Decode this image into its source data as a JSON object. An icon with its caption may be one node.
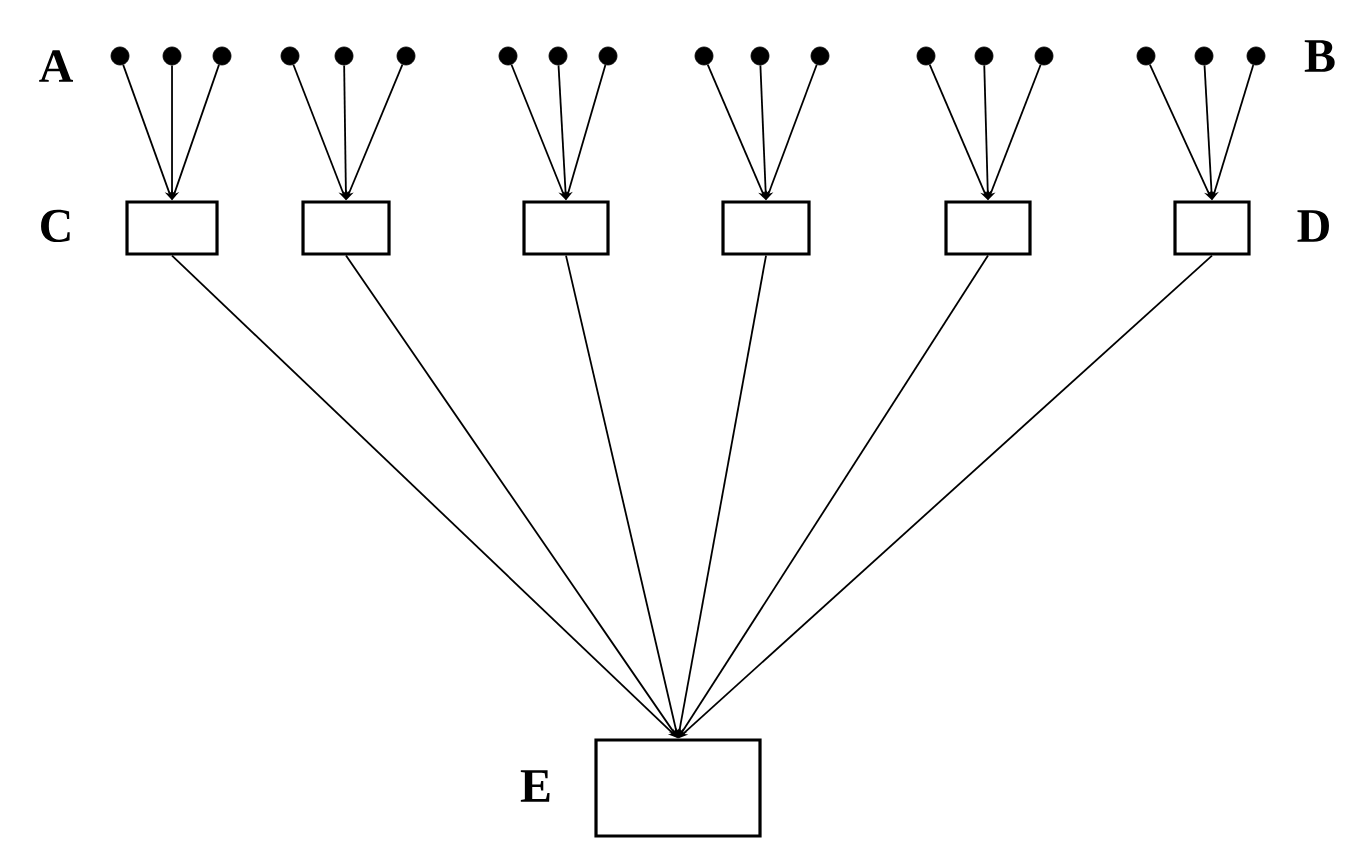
{
  "diagram": {
    "nodes": [
      {
        "text": [],
        "shape": "circle",
        "beside": [
          "A"
        ]
      },
      {
        "text": [],
        "shape": "circle"
      },
      {
        "text": [],
        "shape": "circle"
      },
      {
        "text": [],
        "shape": "circle"
      },
      {
        "text": [],
        "shape": "circle"
      },
      {
        "text": [],
        "shape": "circle"
      },
      {
        "text": [],
        "shape": "circle"
      },
      {
        "text": [],
        "shape": "circle"
      },
      {
        "text": [],
        "shape": "circle"
      },
      {
        "text": [],
        "shape": "circle"
      },
      {
        "text": [],
        "shape": "circle"
      },
      {
        "text": [],
        "shape": "circle"
      },
      {
        "text": [],
        "shape": "circle"
      },
      {
        "text": [],
        "shape": "circle"
      },
      {
        "text": [],
        "shape": "circle"
      },
      {
        "text": [],
        "shape": "circle"
      },
      {
        "text": [],
        "shape": "circle"
      },
      {
        "text": [],
        "shape": "circle",
        "beside": [
          "B"
        ]
      },
      {
        "text": [],
        "shape": "box",
        "beside": [
          "C"
        ]
      },
      {
        "text": [],
        "shape": "box"
      },
      {
        "text": [],
        "shape": "box"
      },
      {
        "text": [],
        "shape": "box"
      },
      {
        "text": [],
        "shape": "box"
      },
      {
        "text": [],
        "shape": "box",
        "beside": [
          "D"
        ]
      },
      {
        "text": [],
        "shape": "box",
        "beside": [
          "E"
        ]
      }
    ],
    "edges": [
      {
        "from": 0,
        "to": 18,
        "arrow": "to"
      },
      {
        "from": 1,
        "to": 18,
        "arrow": "to"
      },
      {
        "from": 2,
        "to": 18,
        "arrow": "to"
      },
      {
        "from": 3,
        "to": 19,
        "arrow": "to"
      },
      {
        "from": 4,
        "to": 19,
        "arrow": "to"
      },
      {
        "from": 5,
        "to": 19,
        "arrow": "to"
      },
      {
        "from": 6,
        "to": 20,
        "arrow": "to"
      },
      {
        "from": 7,
        "to": 20,
        "arrow": "to"
      },
      {
        "from": 8,
        "to": 20,
        "arrow": "to"
      },
      {
        "from": 9,
        "to": 21,
        "arrow": "to"
      },
      {
        "from": 10,
        "to": 21,
        "arrow": "to"
      },
      {
        "from": 11,
        "to": 21,
        "arrow": "to"
      },
      {
        "from": 12,
        "to": 22,
        "arrow": "to"
      },
      {
        "from": 13,
        "to": 22,
        "arrow": "to"
      },
      {
        "from": 14,
        "to": 22,
        "arrow": "to"
      },
      {
        "from": 15,
        "to": 23,
        "arrow": "to"
      },
      {
        "from": 16,
        "to": 23,
        "arrow": "to"
      },
      {
        "from": 17,
        "to": 23,
        "arrow": "to"
      },
      {
        "from": 18,
        "to": 24,
        "arrow": "to"
      },
      {
        "from": 19,
        "to": 24,
        "arrow": "to"
      },
      {
        "from": 20,
        "to": 24,
        "arrow": "to"
      },
      {
        "from": 21,
        "to": 24,
        "arrow": "to"
      },
      {
        "from": 22,
        "to": 24,
        "arrow": "to"
      },
      {
        "from": 23,
        "to": 24,
        "arrow": "to"
      }
    ]
  }
}
